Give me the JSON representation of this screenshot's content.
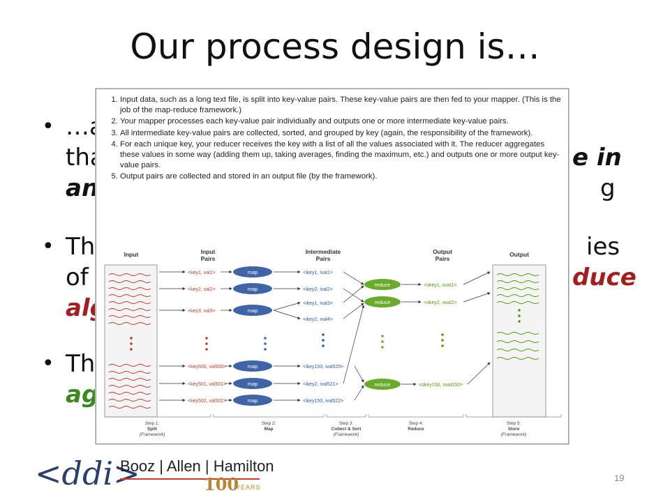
{
  "slide": {
    "title": "Our process design is…",
    "page_number": "19"
  },
  "bullets": [
    {
      "line1": "…a",
      "line2a": "tha",
      "line2b": "e in",
      "line3a": "an",
      "line3b": "g"
    },
    {
      "line1a": "Th",
      "line1b": "ies",
      "line2a": "of",
      "line2b": "duce",
      "line3": "alg"
    },
    {
      "line1": "Th",
      "line2": "ag"
    }
  ],
  "figure": {
    "steps": [
      "Input data, such as a long text file, is split into key-value pairs. These key-value pairs are then fed to your mapper. (This is the job of the map-reduce framework.)",
      "Your mapper processes each key-value pair individually and outputs one or more intermediate key-value pairs.",
      "All intermediate key-value pairs are collected, sorted, and grouped by key (again, the responsibility of the framework).",
      "For each unique key, your reducer receives the key with a list of all the values associated with it. The reducer aggregates these values in some way (adding them up, taking averages, finding the maximum, etc.) and outputs one or more output key-value pairs.",
      "Output pairs are collected and stored in an output file (by the framework)."
    ],
    "column_headers": {
      "input": "Input",
      "input_pairs": "Input\nPairs",
      "intermediate_pairs": "Intermediate\nPairs",
      "output_pairs": "Output\nPairs",
      "output": "Output"
    },
    "input_pairs": [
      "<key1, val1>",
      "<key2, val2>",
      "<key3, val3>",
      "<key500, val500>",
      "<key501, val501>",
      "<key502, val502>"
    ],
    "map_label": "map",
    "intermediate_pairs": [
      "<ikey1, ival1>",
      "<ikey2, ival2>",
      "<ikey1, ival3>",
      "<ikey2, ival4>",
      "<ikey150, ival520>",
      "<ikey2, ival521>",
      "<ikey150, ival522>"
    ],
    "reduce_label": "reduce",
    "output_pairs": [
      "<okey1, oval1>",
      "<okey2, oval2>",
      "<okey150, oval150>"
    ],
    "step_labels": [
      {
        "num": "Step 1:",
        "name": "Split",
        "who": "(Framework)"
      },
      {
        "num": "Step 2:",
        "name": "Map",
        "who": ""
      },
      {
        "num": "Step 3:",
        "name": "Collect & Sort",
        "who": "(Framework)"
      },
      {
        "num": "Step 4:",
        "name": "Reduce",
        "who": ""
      },
      {
        "num": "Step 5:",
        "name": "Store",
        "who": "(Framework)"
      }
    ],
    "colors": {
      "map": "#3f64a8",
      "reduce": "#6aab2c",
      "input_pair": "#c0392b",
      "intermediate_pair": "#2c5aa0",
      "output_pair": "#4e9a06"
    }
  },
  "footer": {
    "ddi_logo": "<ddi>",
    "company": "Booz | Allen | Hamilton",
    "hundred": "100",
    "years": "YEARS"
  }
}
